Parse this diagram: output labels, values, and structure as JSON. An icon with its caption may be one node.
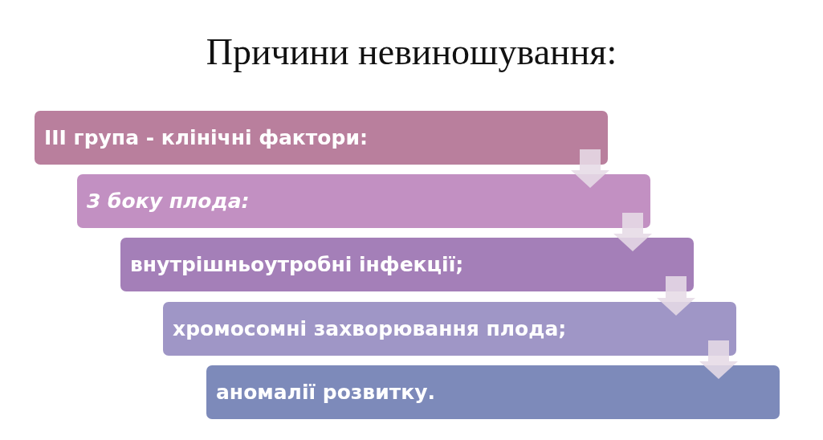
{
  "diagram": {
    "title": "Причини невиношування:",
    "nodes": [
      {
        "text": [
          "III група - клінічні фактори:"
        ]
      },
      {
        "text": [
          "3 боку плода:"
        ]
      },
      {
        "text": [
          "внутрішньоутробні інфекції;"
        ]
      },
      {
        "text": [
          "хромосомні захворювання плода;"
        ]
      },
      {
        "text": [
          "аномалії розвитку."
        ]
      }
    ],
    "edges": [
      {
        "from": 0,
        "to": 1,
        "arrow": "to"
      },
      {
        "from": 1,
        "to": 2,
        "arrow": "to"
      },
      {
        "from": 2,
        "to": 3,
        "arrow": "to"
      },
      {
        "from": 3,
        "to": 4,
        "arrow": "to"
      }
    ]
  }
}
